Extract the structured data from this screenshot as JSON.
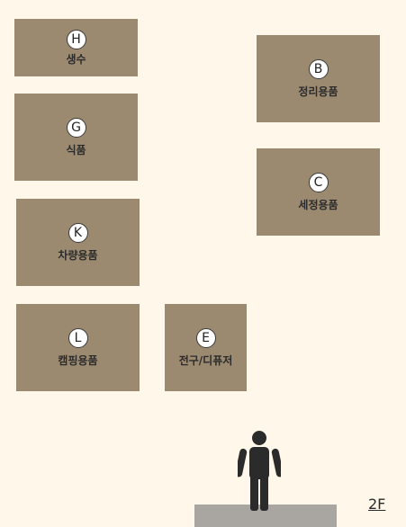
{
  "zones": {
    "h": {
      "letter": "H",
      "label": "생수"
    },
    "g": {
      "letter": "G",
      "label": "식품"
    },
    "k": {
      "letter": "K",
      "label": "차량용품"
    },
    "l": {
      "letter": "L",
      "label": "캠핑용품"
    },
    "e": {
      "letter": "E",
      "label": "전구/디퓨저"
    },
    "b": {
      "letter": "B",
      "label": "정리용품"
    },
    "c": {
      "letter": "C",
      "label": "세정용품"
    }
  },
  "floor": {
    "label": "2F"
  },
  "icons": {
    "current_location": "person-icon"
  },
  "colors": {
    "background": "#fff8ea",
    "zone_fill": "#9c8a70",
    "entrance": "#a9a6a1",
    "person": "#2b2b2b"
  }
}
